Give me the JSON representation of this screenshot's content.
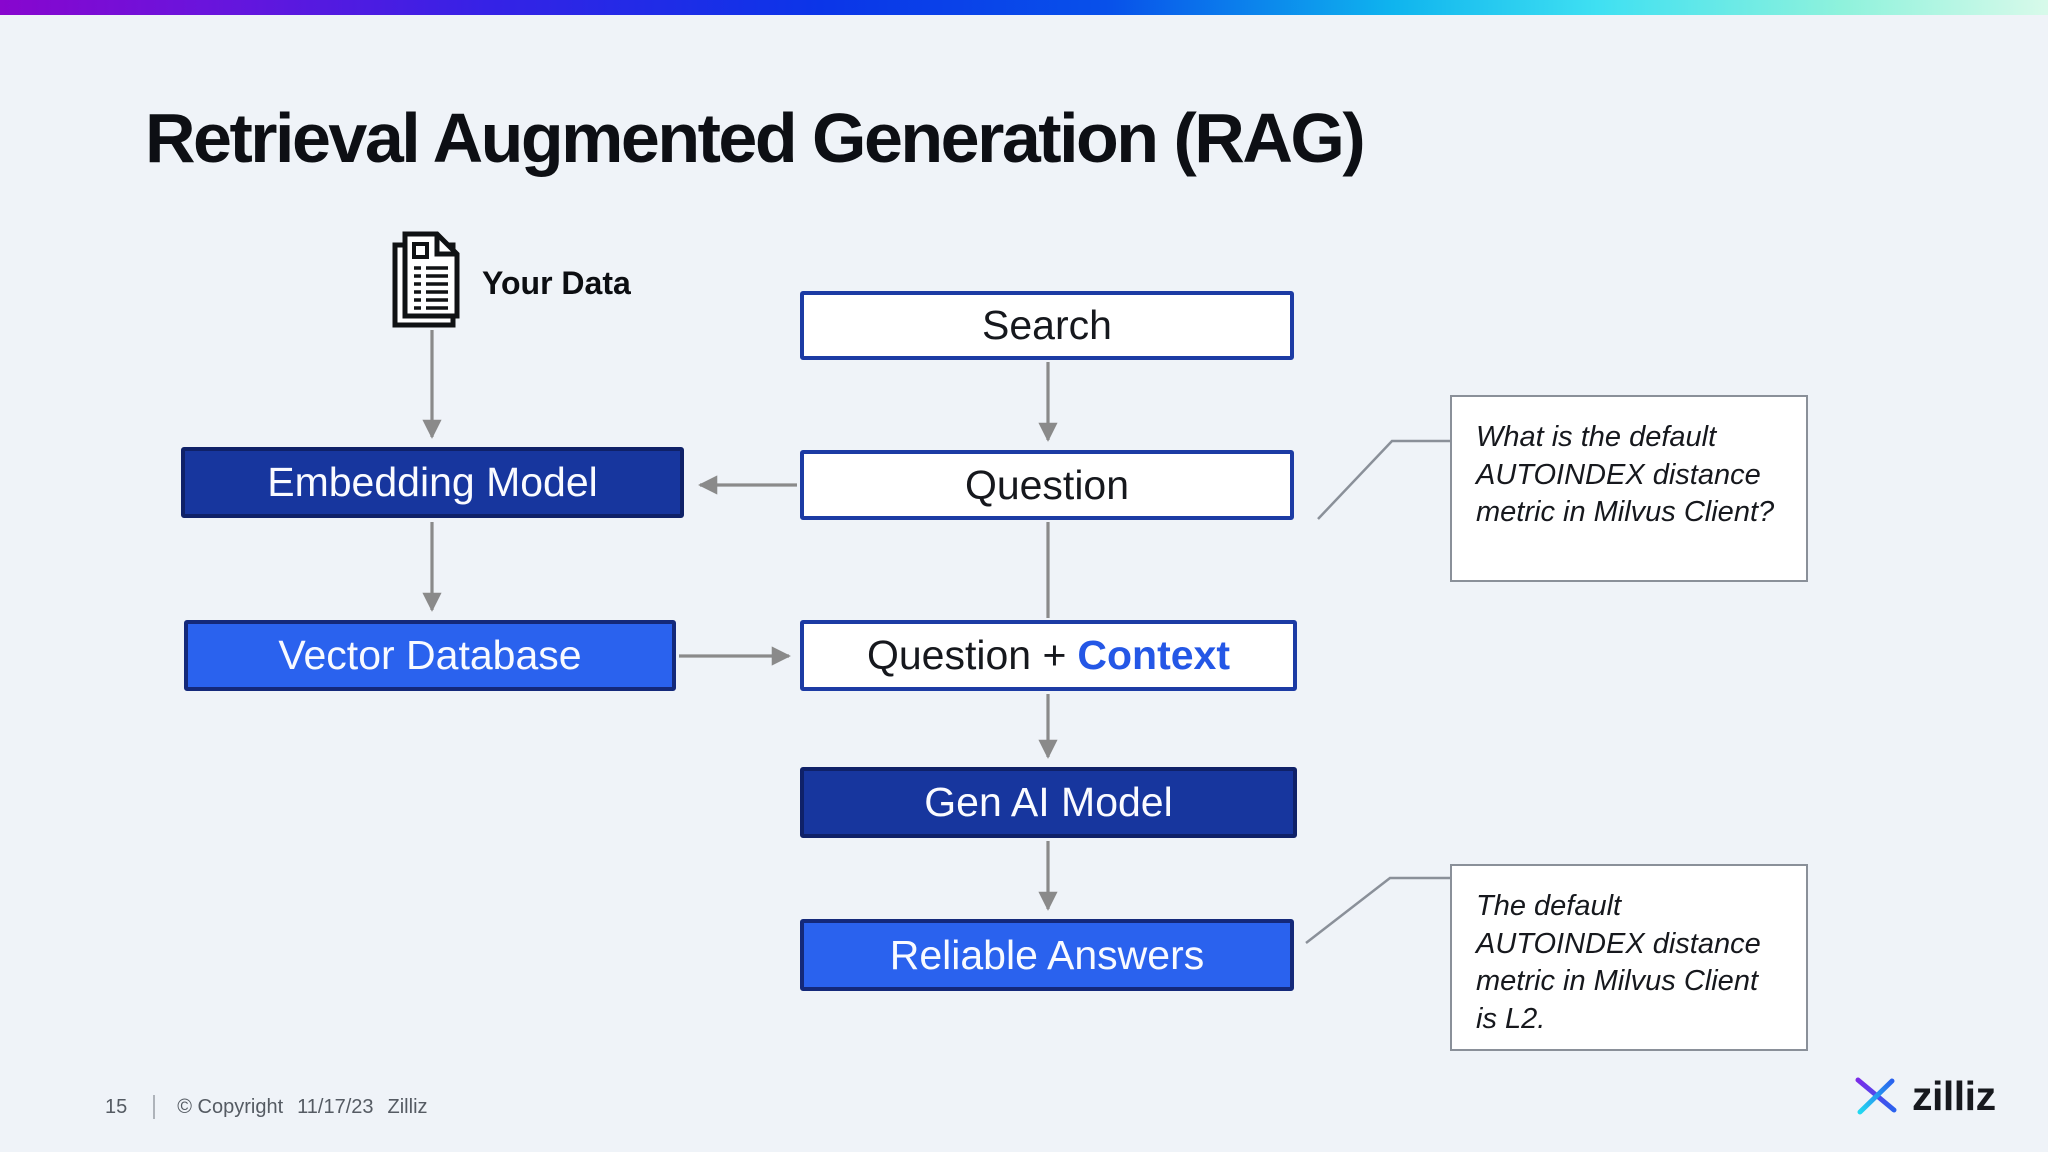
{
  "header": {
    "title": "Retrieval Augmented Generation (RAG)"
  },
  "diagram": {
    "your_data": {
      "label": "Your Data",
      "icon": "document-stack-icon"
    },
    "boxes": {
      "search": "Search",
      "question": "Question",
      "embedding_model": "Embedding Model",
      "vector_database": "Vector Database",
      "question_context_prefix": "Question +",
      "question_context_highlight": "Context",
      "gen_ai_model": "Gen AI Model",
      "reliable_answers": "Reliable Answers"
    },
    "callouts": {
      "question_note": "What is the default AUTOINDEX distance metric in Milvus Client?",
      "answer_note": "The default AUTOINDEX distance metric in Milvus Client is L2."
    }
  },
  "footer": {
    "page_number": "15",
    "copyright": "© Copyright",
    "date": "11/17/23",
    "company": "Zilliz"
  },
  "logo": {
    "text": "zilliz",
    "icon": "zilliz-starburst-icon"
  },
  "colors": {
    "background": "#EFF3F8",
    "dark_blue_fill": "#17369E",
    "bright_blue_fill": "#2A62EE",
    "outline_border": "#1C3BA4",
    "context_text": "#2457E6",
    "arrow_gray": "#8A8A8A",
    "gradient_bar": [
      "#8806CE",
      "#0B35E8",
      "#0FB4EE",
      "#D8FAEA"
    ]
  }
}
